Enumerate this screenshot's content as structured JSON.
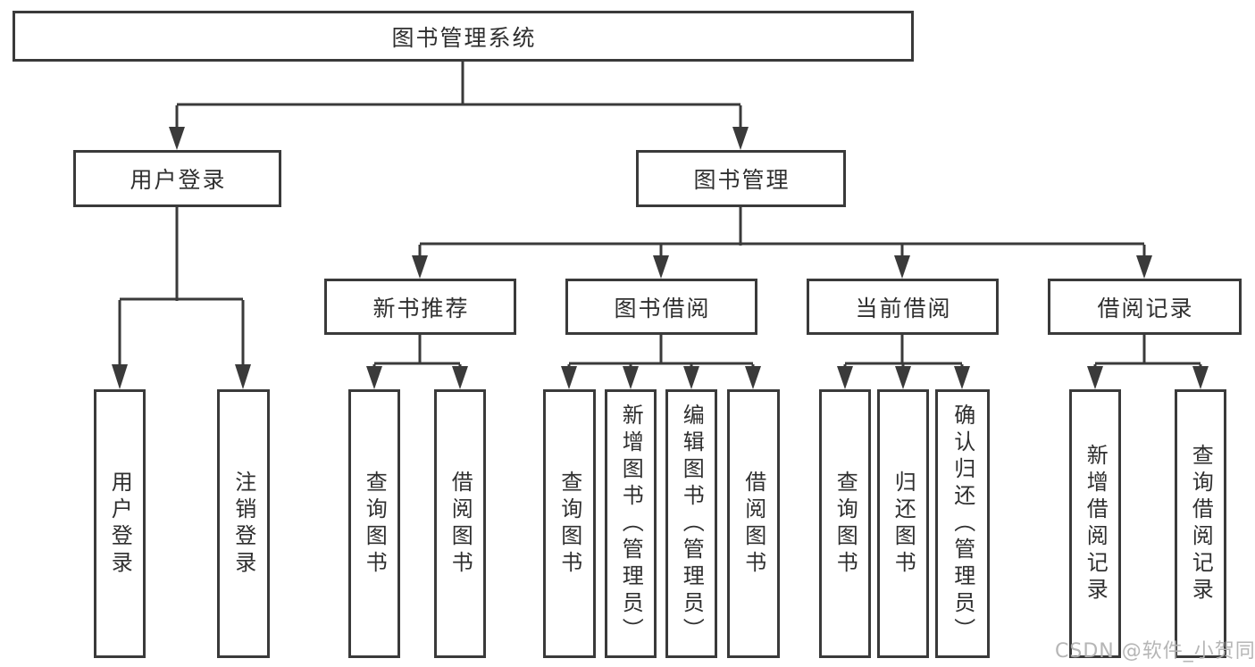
{
  "tree": {
    "root": {
      "label": "图书管理系统"
    },
    "branches": [
      {
        "label": "用户登录",
        "children": [
          {
            "label": "用户登录"
          },
          {
            "label": "注销登录"
          }
        ]
      },
      {
        "label": "图书管理",
        "children": [
          {
            "label": "新书推荐",
            "children": [
              {
                "label": "查询图书"
              },
              {
                "label": "借阅图书"
              }
            ]
          },
          {
            "label": "图书借阅",
            "children": [
              {
                "label": "查询图书"
              },
              {
                "label": "新增图书（管理员）"
              },
              {
                "label": "编辑图书（管理员）"
              },
              {
                "label": "借阅图书"
              }
            ]
          },
          {
            "label": "当前借阅",
            "children": [
              {
                "label": "查询图书"
              },
              {
                "label": "归还图书"
              },
              {
                "label": "确认归还（管理员）"
              }
            ]
          },
          {
            "label": "借阅记录",
            "children": [
              {
                "label": "新增借阅记录"
              },
              {
                "label": "查询借阅记录"
              }
            ]
          }
        ]
      }
    ]
  },
  "watermark": "CSDN @软件_小贺同学",
  "colors": {
    "line": "#3a3a3a",
    "text": "#2f2f2f",
    "watermark": "#b2b2b2",
    "background": "#ffffff"
  }
}
